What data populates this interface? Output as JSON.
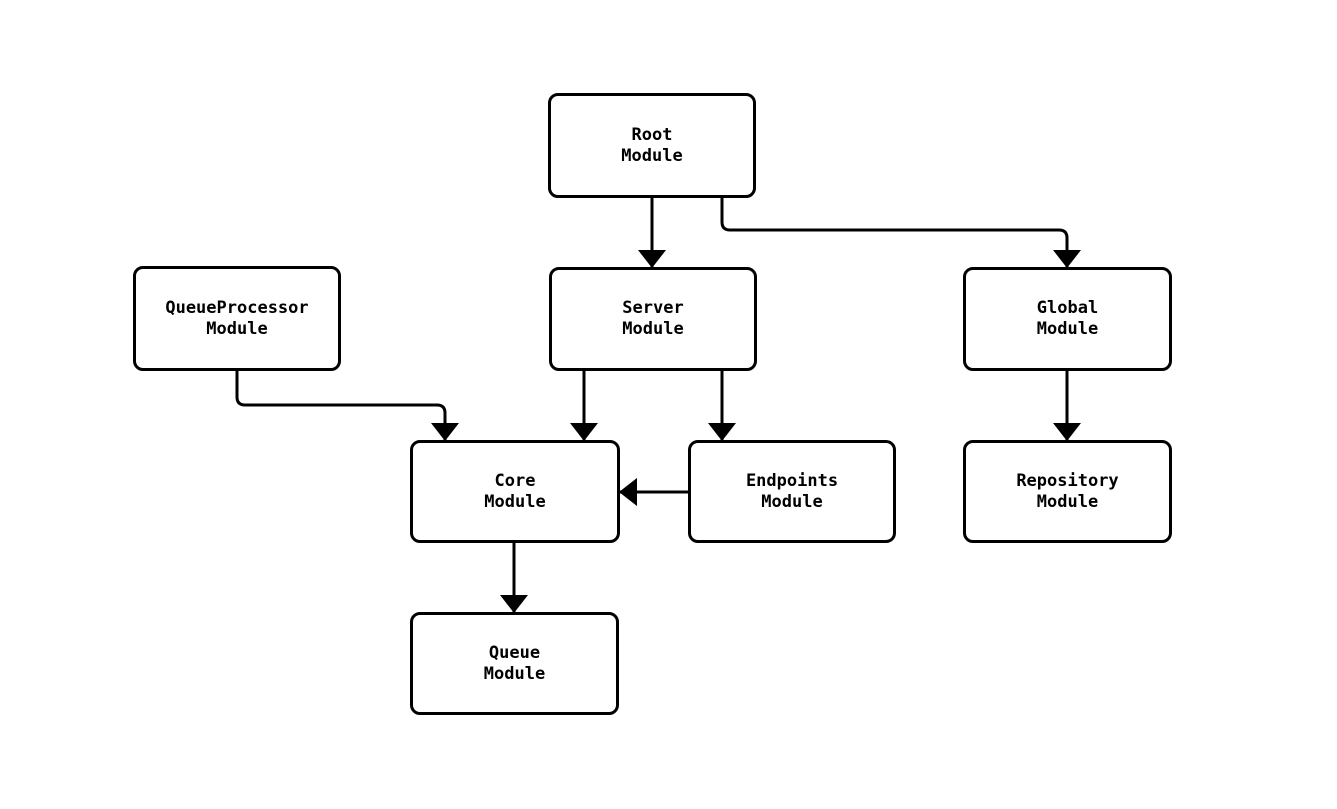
{
  "diagram": {
    "type": "flowchart",
    "direction": "top-down",
    "background_color": "#ffffff",
    "node_fill_color": "#ffffff",
    "node_stroke_color": "#000000",
    "edge_color": "#000000",
    "text_color": "#000000",
    "nodes": [
      {
        "id": "root",
        "label": "Root\nModule"
      },
      {
        "id": "queueprocessor",
        "label": "QueueProcessor\nModule"
      },
      {
        "id": "server",
        "label": "Server\nModule"
      },
      {
        "id": "global",
        "label": "Global\nModule"
      },
      {
        "id": "core",
        "label": "Core\nModule"
      },
      {
        "id": "endpoints",
        "label": "Endpoints\nModule"
      },
      {
        "id": "repository",
        "label": "Repository\nModule"
      },
      {
        "id": "queue",
        "label": "Queue\nModule"
      }
    ],
    "edges": [
      {
        "from": "Root Module",
        "to": "Server Module"
      },
      {
        "from": "Root Module",
        "to": "Global Module"
      },
      {
        "from": "QueueProcessor Module",
        "to": "Core Module"
      },
      {
        "from": "Server Module",
        "to": "Core Module"
      },
      {
        "from": "Server Module",
        "to": "Endpoints Module"
      },
      {
        "from": "Endpoints Module",
        "to": "Core Module"
      },
      {
        "from": "Global Module",
        "to": "Repository Module"
      },
      {
        "from": "Core Module",
        "to": "Queue Module"
      }
    ]
  }
}
